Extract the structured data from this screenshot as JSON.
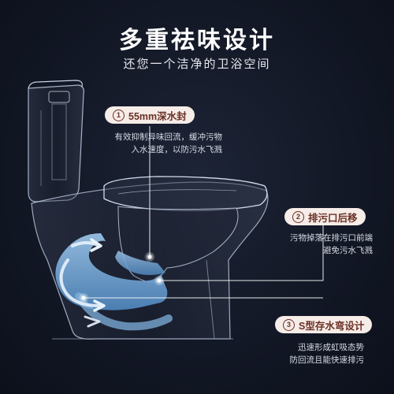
{
  "headline": "多重祛味设计",
  "subline": "还您一个洁净的卫浴空间",
  "features": [
    {
      "number": "①",
      "title": "55mm深水封",
      "desc_lines": [
        "有效抑制异味回流，缓冲污物",
        "入水速度，以防污水飞溅"
      ]
    },
    {
      "number": "②",
      "title": "排污口后移",
      "desc_lines": [
        "污物掉落在排污口前端",
        "避免污水飞溅"
      ]
    },
    {
      "number": "③",
      "title": "S型存水弯设计",
      "desc_lines": [
        "迅速形成虹吸态势",
        "防回流且能快速排污"
      ]
    }
  ],
  "colors": {
    "background": "#131826",
    "pill_bg": "#f6ece8",
    "pill_text": "#6a2f24",
    "water": "#6fa6d6",
    "outline": "#b9c4d8"
  }
}
